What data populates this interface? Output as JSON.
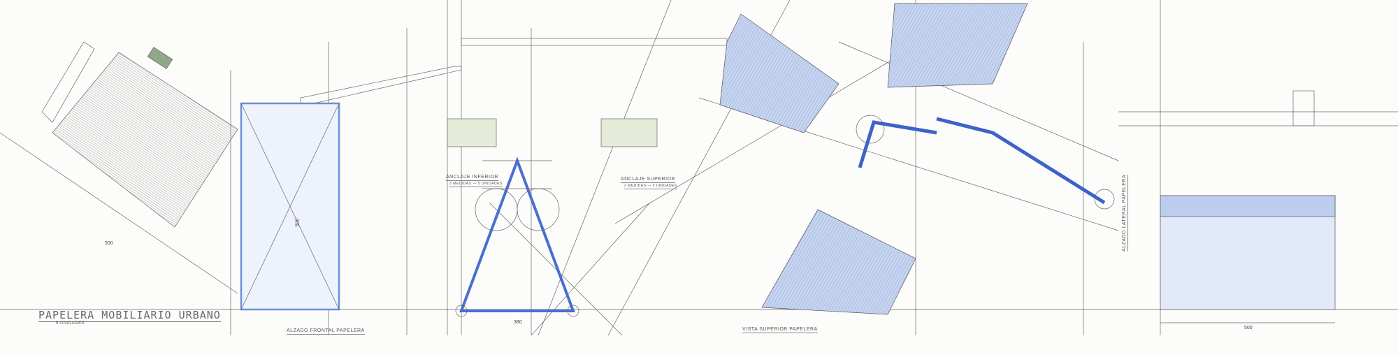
{
  "title": "PAPELERA MOBILIARIO URBANO",
  "subtitle": "5 UNIDADES",
  "labels": {
    "front_elevation": "ALZADO FRONTAL PAPELERA",
    "lower_anchor": "ANCLAJE INFERIOR",
    "lower_anchor_note": "3 MEDIDAS — 5 UNIDADES",
    "upper_anchor": "ANCLAJE SUPERIOR",
    "upper_anchor_note": "2 MEDIDAS — 5 UNIDADES",
    "top_view": "VISTA SUPERIOR PAPELERA",
    "side_elevation": "ALZADO LATERAL PAPELERA"
  },
  "dimensions": {
    "width_bottom_right": "500",
    "width_left": "500",
    "height_left": "500",
    "triangle_base": "380"
  },
  "colors": {
    "paper": "#fcfcfb",
    "pencil": "#555555",
    "blue_fill": "#a9bfe6",
    "blue_dark": "#3d63c9",
    "green_fill": "#8fa889"
  }
}
